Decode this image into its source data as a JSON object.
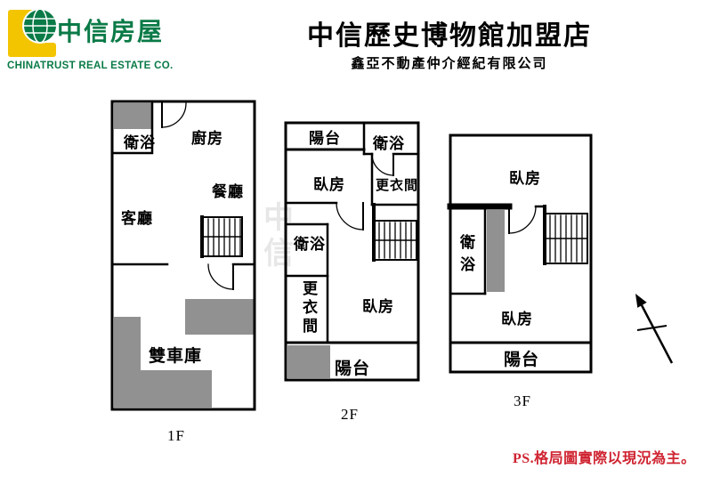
{
  "colors": {
    "brand_green": "#0a7a47",
    "brand_yellow": "#f3c400",
    "shade_gray": "#919191",
    "note_red": "#cf2330"
  },
  "header": {
    "title": "中信歷史博物館加盟店",
    "subtitle": "鑫亞不動產仲介經紀有限公司",
    "logo": {
      "brand": "中信房屋",
      "brand_en": "CHINATRUST REAL ESTATE CO.",
      "emblem_icon": "globe-icon"
    }
  },
  "floors": {
    "f1": {
      "label": "1F",
      "rooms": {
        "bath": "衛浴",
        "kitchen": "廚房",
        "dining": "餐廳",
        "living": "客廳",
        "garage": "雙車庫"
      }
    },
    "f2": {
      "label": "2F",
      "rooms": {
        "balcony_top": "陽台",
        "bath_top": "衛浴",
        "bedroom_top": "臥房",
        "closet_top": "更衣間",
        "bath_mid": "衛浴",
        "closet_bottom_chars": [
          "更",
          "衣",
          "間"
        ],
        "bedroom_bottom": "臥房",
        "balcony_bottom": "陽台"
      }
    },
    "f3": {
      "label": "3F",
      "rooms": {
        "bedroom_top": "臥房",
        "bath_chars": [
          "衛",
          "浴"
        ],
        "bedroom_bottom": "臥房",
        "balcony": "陽台"
      }
    }
  },
  "watermark_chars": [
    "中",
    "信"
  ],
  "footnote": "PS.格局圖實際以現況為主。",
  "compass": "north-arrow"
}
